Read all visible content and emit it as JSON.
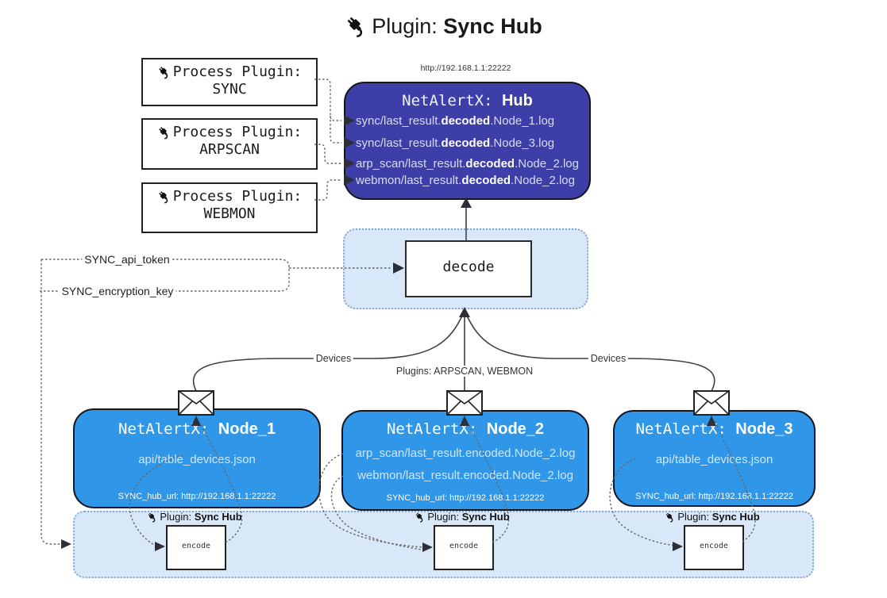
{
  "title": {
    "prefix": "Plugin: ",
    "bold": "Sync Hub"
  },
  "icons": {
    "plug": "plug-icon",
    "envelope": "envelope-icon"
  },
  "process_plugins": [
    {
      "line1": "Process Plugin:",
      "name": "SYNC"
    },
    {
      "line1": "Process Plugin:",
      "name": "ARPSCAN"
    },
    {
      "line1": "Process Plugin:",
      "name": "WEBMON"
    }
  ],
  "hub": {
    "url": "http://192.168.1.1:22222",
    "title_prefix": "NetAlertX: ",
    "title_bold": "Hub",
    "logs": [
      {
        "prefix": "sync/last_result.",
        "bold": "decoded",
        "suffix": ".Node_1.log"
      },
      {
        "prefix": "sync/last_result.",
        "bold": "decoded",
        "suffix": ".Node_3.log"
      },
      {
        "prefix": "arp_scan/last_result.",
        "bold": "decoded",
        "suffix": ".Node_2.log"
      },
      {
        "prefix": "webmon/last_result.",
        "bold": "decoded",
        "suffix": ".Node_2.log"
      }
    ]
  },
  "decode": {
    "label": "decode"
  },
  "config": {
    "api_token_label": "SYNC_api_token",
    "encryption_key_label": "SYNC_encryption_key"
  },
  "edges": {
    "devices_left": "Devices",
    "plugins_middle": "Plugins: ARPSCAN, WEBMON",
    "devices_right": "Devices"
  },
  "nodes": [
    {
      "title_prefix": "NetAlertX: ",
      "title_bold": "Node_1",
      "files": [
        "api/table_devices.json"
      ],
      "hub_url": "SYNC_hub_url: http://192.168.1.1:22222",
      "plugin_prefix": "Plugin: ",
      "plugin_bold": "Sync Hub",
      "encode_label": "encode"
    },
    {
      "title_prefix": "NetAlertX: ",
      "title_bold": "Node_2",
      "files": [
        "arp_scan/last_result.encoded.Node_2.log",
        "webmon/last_result.encoded.Node_2.log"
      ],
      "hub_url": "SYNC_hub_url: http://192.168.1.1:22222",
      "plugin_prefix": "Plugin: ",
      "plugin_bold": "Sync Hub",
      "encode_label": "encode"
    },
    {
      "title_prefix": "NetAlertX: ",
      "title_bold": "Node_3",
      "files": [
        "api/table_devices.json"
      ],
      "hub_url": "SYNC_hub_url: http://192.168.1.1:22222",
      "plugin_prefix": "Plugin: ",
      "plugin_bold": "Sync Hub",
      "encode_label": "encode"
    }
  ],
  "colors": {
    "hub_bg": "#3e3ea9",
    "node_bg": "#2f96e8",
    "panel_bg": "#d9e8f9",
    "panel_border": "#86a7cc",
    "line": "#404040",
    "dotted": "#666666",
    "arrow": "#2e2e38"
  }
}
